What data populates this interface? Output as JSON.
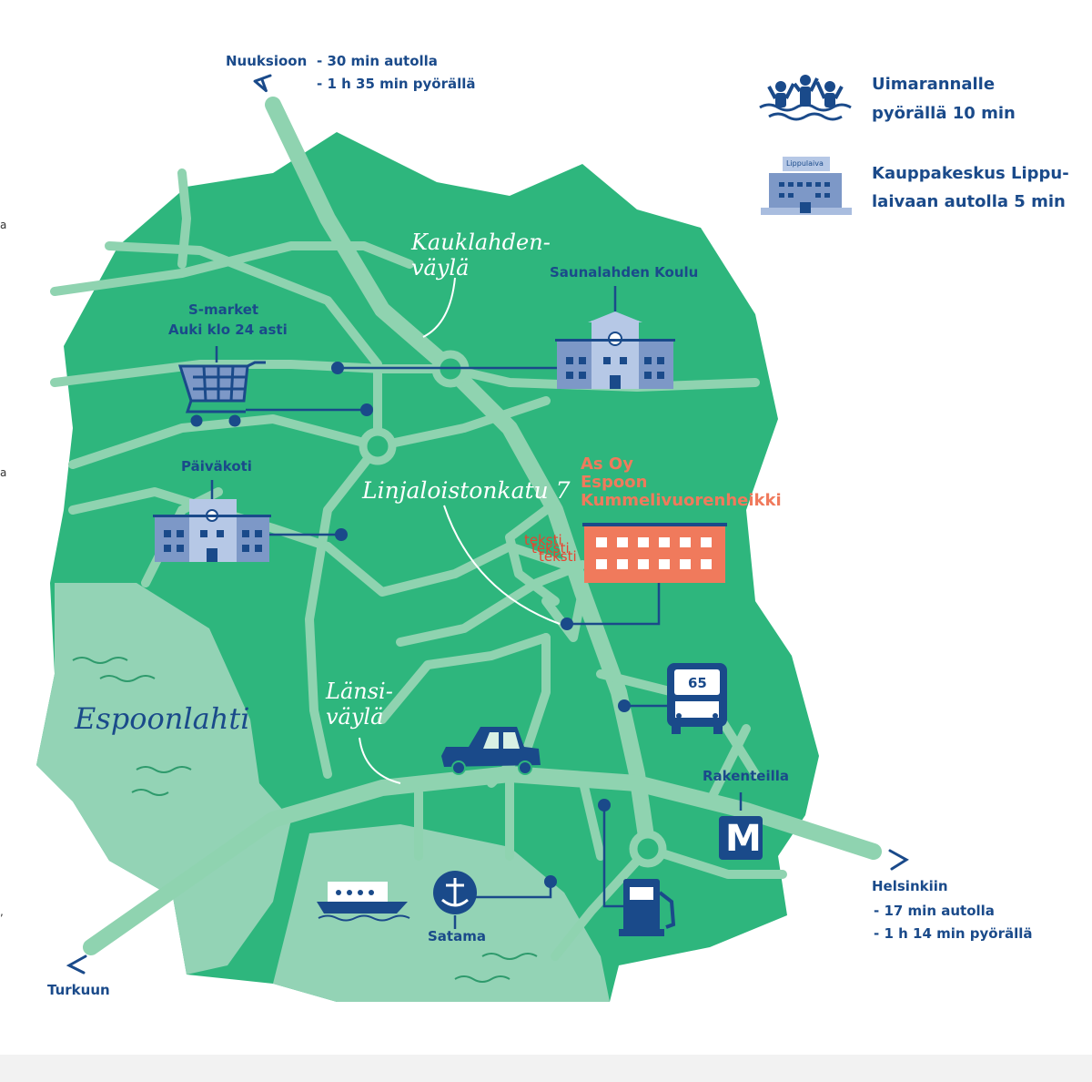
{
  "map": {
    "colors": {
      "land": "#2eb67d",
      "road": "#8fd3b0",
      "water": "#93d3b5",
      "navy": "#1a4a8a",
      "building": "#7d98c7",
      "accent_orange": "#f07a5c"
    },
    "routes": {
      "north": {
        "destination": "Nuuksioon",
        "car": "- 30 min autolla",
        "bike": "- 1 h 35 min pyörällä"
      },
      "east": {
        "destination": "Helsinkiin",
        "car": "- 17 min autolla",
        "bike": "- 1 h 14 min pyörällä"
      },
      "west": {
        "destination": "Turkuun"
      }
    },
    "legend": {
      "beach": {
        "icon": "swimmers-icon",
        "line1": "Uimarannalle",
        "line2": "pyörällä 10 min"
      },
      "mall": {
        "icon": "shopping-center-icon",
        "sign": "Lippulaiva",
        "line1": "Kauppakeskus Lippu-",
        "line2": "laivaan autolla 5 min"
      }
    },
    "roads": {
      "kauklahden": [
        "Kauklahden-",
        "väylä"
      ],
      "lansi": [
        "Länsi-",
        "väylä"
      ],
      "linjaloiston": "Linjaloistonkatu 7"
    },
    "places": {
      "school": "Saunalahden Koulu",
      "smarket": [
        "S-market",
        "Auki klo 24 asti"
      ],
      "daycare": "Päiväkoti",
      "property": [
        "As Oy",
        "Espoon",
        "Kummelivuorenheikki"
      ],
      "placeholder": [
        "teksti",
        "teksti",
        "teksti"
      ],
      "metro": "Rakenteilla",
      "metro_letter": "M",
      "harbour": "Satama",
      "bay": "Espoonlahti",
      "bus_number": "65"
    },
    "side_marks": [
      "a",
      "a",
      ","
    ]
  }
}
